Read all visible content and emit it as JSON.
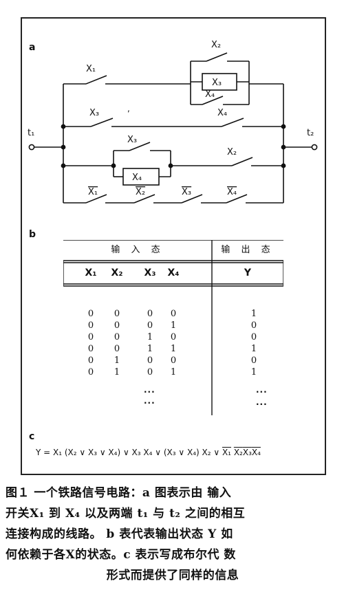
{
  "panel_labels": {
    "a": "a",
    "b": "b",
    "c": "c"
  },
  "circuit": {
    "terminal_left": "t₁",
    "terminal_right": "t₂",
    "switches": {
      "row1_x1": "X₁",
      "row1_x2": "X₂",
      "row1_x3": "X₃",
      "row1_x4": "X₄",
      "row2_x3": "X₃",
      "row2_x4": "X₄",
      "row3_x3": "X₃",
      "row3_x4": "X₄",
      "row3_x2": "X₂",
      "row4_nx1": "X₁",
      "row4_nx2": "X₂",
      "row4_nx3": "X₃",
      "row4_nx4": "X₄"
    }
  },
  "truth_table": {
    "input_header": "输 入 态",
    "output_header": "输 出 态",
    "input_columns": [
      "X₁",
      "X₂",
      "X₃",
      "X₄"
    ],
    "output_column": "Y",
    "rows": [
      {
        "x": [
          "0",
          "0",
          "0",
          "0"
        ],
        "y": "1"
      },
      {
        "x": [
          "0",
          "0",
          "0",
          "1"
        ],
        "y": "0"
      },
      {
        "x": [
          "0",
          "0",
          "1",
          "0"
        ],
        "y": "0"
      },
      {
        "x": [
          "0",
          "0",
          "1",
          "1"
        ],
        "y": "1"
      },
      {
        "x": [
          "0",
          "1",
          "0",
          "0"
        ],
        "y": "0"
      },
      {
        "x": [
          "0",
          "1",
          "0",
          "1"
        ],
        "y": "1"
      }
    ],
    "ellipsis": "···"
  },
  "formula": {
    "lhs": "Y = ",
    "t1a": "X₁ (X₂ ∨ X₃ ∨ X₄) ∨ X₃ X₄ ∨ (X₃ ∨ X₄) X₂ ∨ ",
    "n1": "X₁",
    "s1": " ",
    "n2": "X₂",
    "s2": "",
    "n3": "X₃",
    "s3": "",
    "n4": "X₄"
  },
  "caption": {
    "line1": "图１  一个铁路信号电路：a 图表示由 输入",
    "line2": "开关X₁ 到 X₄ 以及两端 t₁ 与 t₂ 之间的相互",
    "line3": "连接构成的线路。 b 表代表输出状态 Y 如",
    "line4": "何依赖于各X的状态。c 表示写成布尔代 数",
    "line5": "形式而提供了同样的信息"
  }
}
